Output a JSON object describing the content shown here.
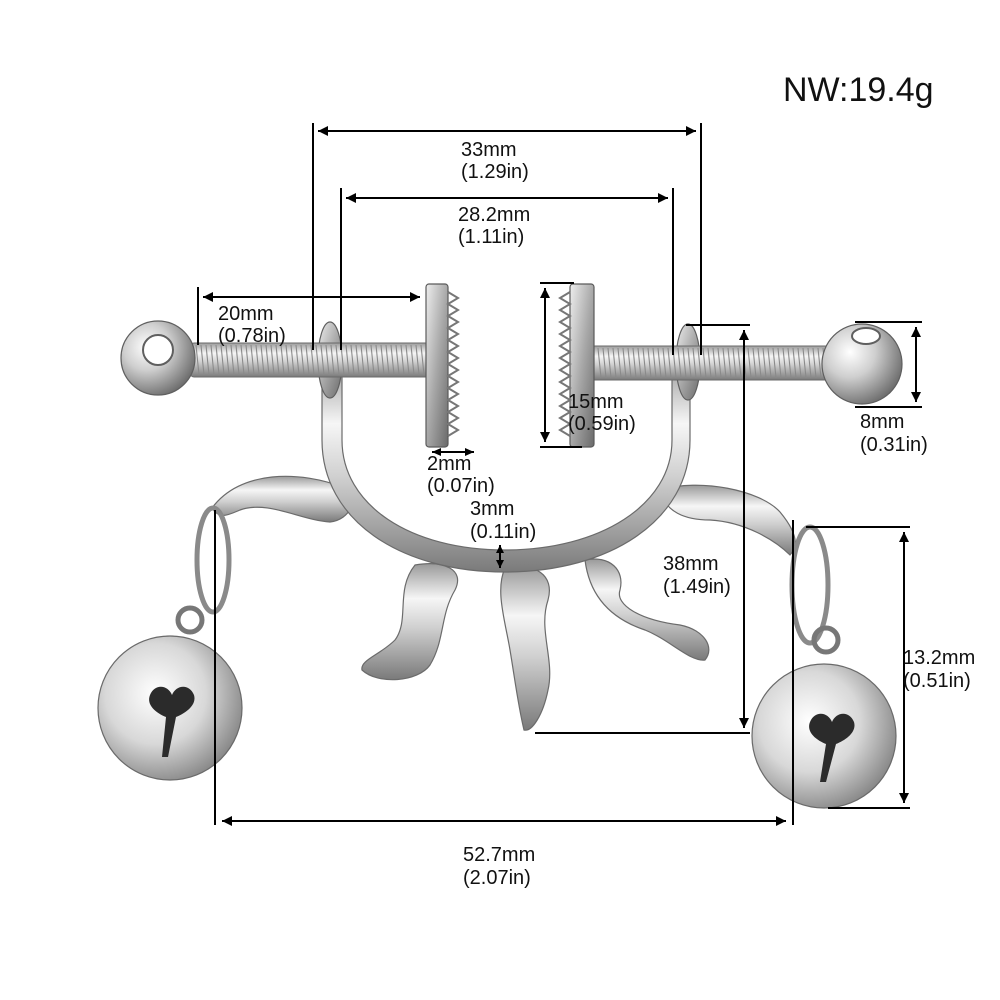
{
  "net_weight": "NW:19.4g",
  "dimensions": {
    "bar_span": {
      "mm": "33mm",
      "in": "(1.29in)"
    },
    "inner_span": {
      "mm": "28.2mm",
      "in": "(1.11in)"
    },
    "thread_length": {
      "mm": "20mm",
      "in": "(0.78in)"
    },
    "clamp_height": {
      "mm": "15mm",
      "in": "(0.59in)"
    },
    "ball_diameter": {
      "mm": "8mm",
      "in": "(0.31in)"
    },
    "clamp_width": {
      "mm": "2mm",
      "in": "(0.07in)"
    },
    "ring_thickness": {
      "mm": "3mm",
      "in": "(0.11in)"
    },
    "sun_height": {
      "mm": "38mm",
      "in": "(1.49in)"
    },
    "bell_height": {
      "mm": "13.2mm",
      "in": "(0.51in)"
    },
    "total_width": {
      "mm": "52.7mm",
      "in": "(2.07in)"
    }
  },
  "colors": {
    "background": "#ffffff",
    "metal_light": "#f4f4f4",
    "metal_mid": "#bdbdbd",
    "metal_dark": "#6f6f6f",
    "line": "#000000"
  }
}
